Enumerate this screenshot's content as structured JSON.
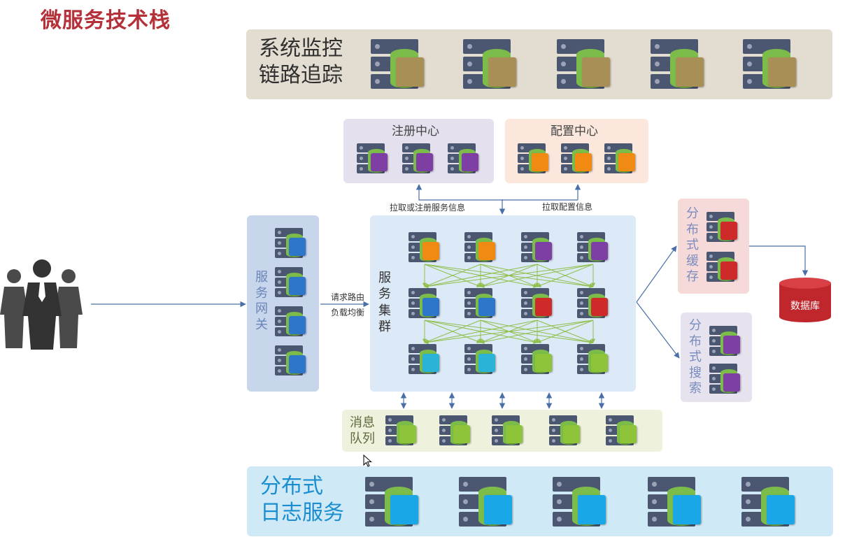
{
  "title": "微服务技术栈",
  "monitor": {
    "line1": "系统监控",
    "line2": "链路追踪"
  },
  "registry": {
    "label": "注册中心"
  },
  "config": {
    "label": "配置中心"
  },
  "gateway": {
    "label": [
      "服",
      "务",
      "网",
      "关"
    ]
  },
  "cluster": {
    "label": [
      "服",
      "务",
      "集",
      "群"
    ]
  },
  "cache": {
    "label": [
      "分",
      "布",
      "式",
      "缓",
      "存"
    ]
  },
  "search": {
    "label": [
      "分",
      "布",
      "式",
      "搜",
      "索"
    ]
  },
  "mq": {
    "line1": "消息",
    "line2": "队列"
  },
  "log": {
    "line1": "分布式",
    "line2": "日志服务"
  },
  "database": {
    "label": "数据库"
  },
  "edges": {
    "pull_register": "拉取或注册服务信息",
    "pull_config": "拉取配置信息",
    "route_line1": "请求路由",
    "route_line2": "负载均衡"
  },
  "colors": {
    "title": "#b5313a",
    "monitor": "#a88f56",
    "registry": "#7d3fa3",
    "config": "#f08a12",
    "cache": "#cf2a2a",
    "database": "#c0272d",
    "log": "#1aa7e8"
  },
  "icons": {
    "server": "server-icon",
    "database": "database-icon",
    "users": "users-icon",
    "cursor": "mouse-cursor-icon"
  }
}
